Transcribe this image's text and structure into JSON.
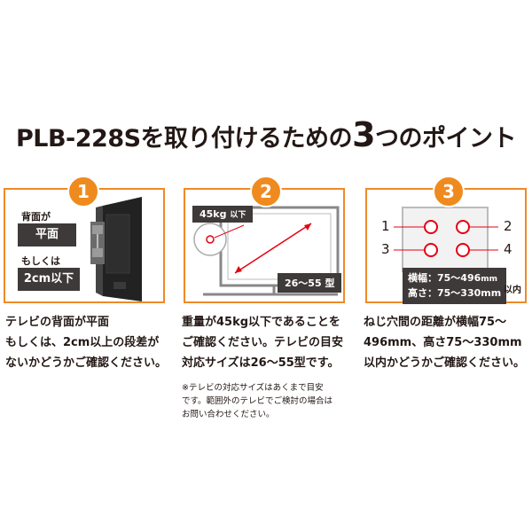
{
  "title": {
    "prefix": "PLB-228Sを取り付けるための",
    "number": "3",
    "suffix": "つのポイント"
  },
  "points": [
    {
      "number": "1",
      "labels": {
        "back": "背面が",
        "flat": "平面",
        "or": "もしくは",
        "step": "2cm以下"
      },
      "description": [
        "テレビの背面が平面",
        "もしくは、2cm以上の段差が",
        "ないかどうかご確認ください。"
      ]
    },
    {
      "number": "2",
      "labels": {
        "weight": "45kg",
        "weight_unit": "以下",
        "size": "26～55 型"
      },
      "description": [
        "重量が45kg以下であることを",
        "ご確認ください。テレビの目安",
        "対応サイズは26～55型です。"
      ],
      "note": [
        "※テレビの対応サイズはあくまで目安",
        "です。範囲外のテレビでご検討の場合は",
        "お問い合わせください。"
      ]
    },
    {
      "number": "3",
      "holes": [
        "1",
        "2",
        "3",
        "4"
      ],
      "spec": {
        "width": "横幅：75～496",
        "width_unit": "mm",
        "height": "高さ：75～330mm",
        "suffix": "以内"
      },
      "description": [
        "ねじ穴間の距離が横幅75～",
        "496mm、高さ75～330mm",
        "以内かどうかご確認ください。"
      ]
    }
  ],
  "colors": {
    "accent": "#ef8a1e",
    "border": "#ee8a27",
    "red": "#e60012",
    "dark": "#3e3a39"
  }
}
